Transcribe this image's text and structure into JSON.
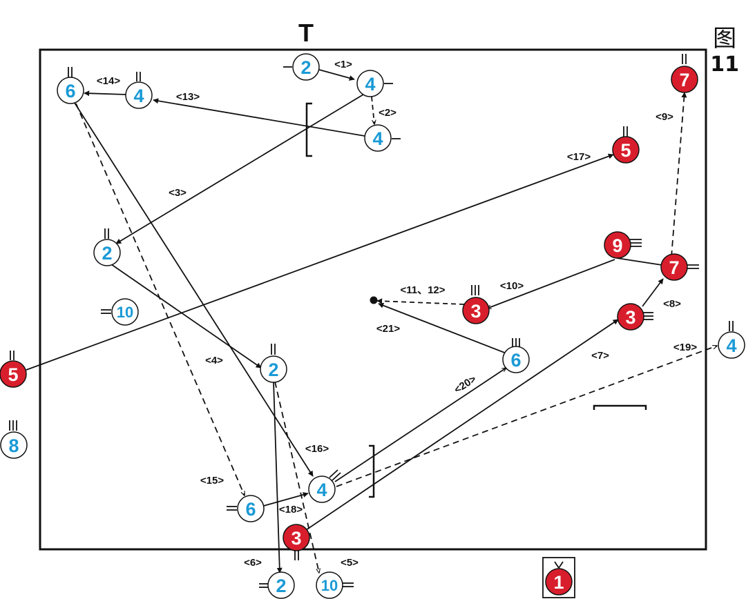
{
  "figure": {
    "label_char": "图",
    "label_num": "11"
  },
  "goal_mark": "T",
  "colors": {
    "blue_team": "#1a9ad6",
    "red_team": "#d81e2c",
    "outline": "#111111"
  },
  "players": [
    {
      "id": "b2_top",
      "team": "blue",
      "num": "2"
    },
    {
      "id": "b4_top",
      "team": "blue",
      "num": "4"
    },
    {
      "id": "b4_mid",
      "team": "blue",
      "num": "4"
    },
    {
      "id": "b6_tl",
      "team": "blue",
      "num": "6"
    },
    {
      "id": "b4_tl",
      "team": "blue",
      "num": "4"
    },
    {
      "id": "b2_left",
      "team": "blue",
      "num": "2"
    },
    {
      "id": "b10_left",
      "team": "blue",
      "num": "10"
    },
    {
      "id": "b2_center",
      "team": "blue",
      "num": "2"
    },
    {
      "id": "b6_right",
      "team": "blue",
      "num": "6"
    },
    {
      "id": "b4_bottom",
      "team": "blue",
      "num": "4"
    },
    {
      "id": "b6_bottom",
      "team": "blue",
      "num": "6"
    },
    {
      "id": "b2_out",
      "team": "blue",
      "num": "2"
    },
    {
      "id": "b10_out",
      "team": "blue",
      "num": "10"
    },
    {
      "id": "b8_out",
      "team": "blue",
      "num": "8"
    },
    {
      "id": "b4_out",
      "team": "blue",
      "num": "4"
    },
    {
      "id": "r7_top",
      "team": "red",
      "num": "7"
    },
    {
      "id": "r5_top",
      "team": "red",
      "num": "5"
    },
    {
      "id": "r9",
      "team": "red",
      "num": "9"
    },
    {
      "id": "r7_mid",
      "team": "red",
      "num": "7"
    },
    {
      "id": "r3_mid",
      "team": "red",
      "num": "3"
    },
    {
      "id": "r3_right",
      "team": "red",
      "num": "3"
    },
    {
      "id": "r3_bottom",
      "team": "red",
      "num": "3"
    },
    {
      "id": "r5_left",
      "team": "red",
      "num": "5"
    },
    {
      "id": "r1_coach",
      "team": "red",
      "num": "1"
    }
  ],
  "arrow_labels": [
    "<1>",
    "<2>",
    "<3>",
    "<4>",
    "<5>",
    "<6>",
    "<7>",
    "<8>",
    "<9>",
    "<10>",
    "<11、12>",
    "<13>",
    "<14>",
    "<15>",
    "<16>",
    "<17>",
    "<18>",
    "<19>",
    "<20>",
    "<21>"
  ]
}
